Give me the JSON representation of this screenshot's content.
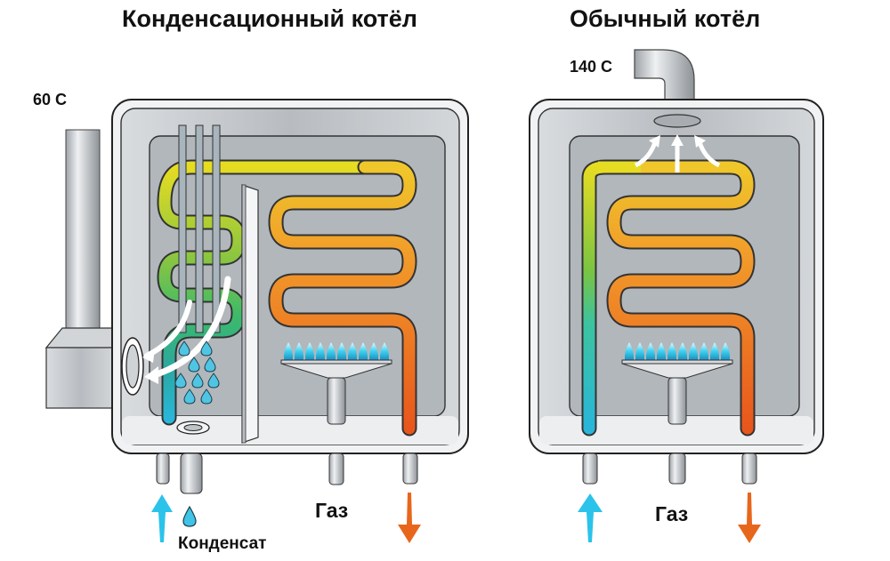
{
  "diagram": {
    "condensing_boiler": {
      "title": "Конденсационный котёл",
      "flue_temperature": "60 C",
      "gas_label": "Газ",
      "condensate_label": "Конденсат"
    },
    "conventional_boiler": {
      "title": "Обычный котёл",
      "flue_temperature": "140 C",
      "gas_label": "Газ"
    },
    "colors": {
      "cold_water": "#29b6d9",
      "hot_water": "#e8621c",
      "warm_yellow": "#e6d62a",
      "green": "#3cb96a",
      "flame": "#3fd0ef",
      "casing": "#c9cdd1"
    }
  }
}
